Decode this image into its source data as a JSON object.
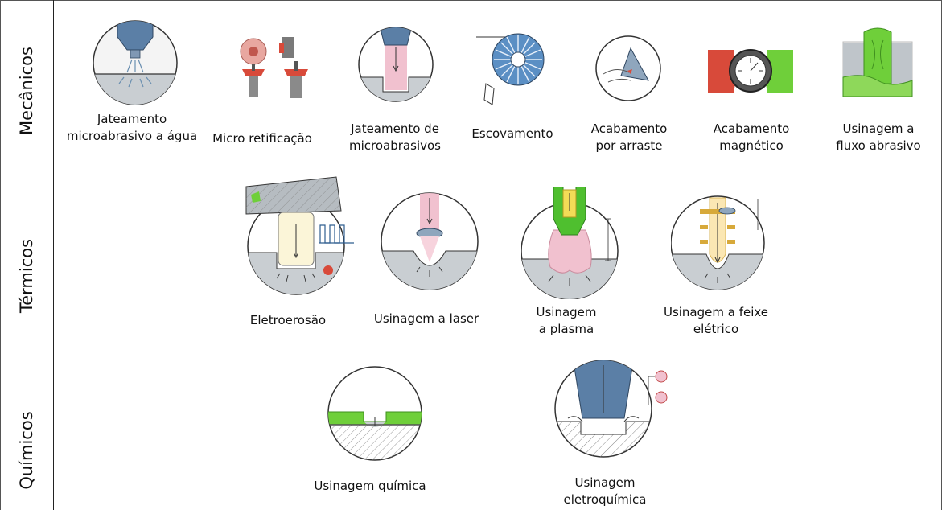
{
  "categories": {
    "mecanicos": "Mecânicos",
    "termicos": "Térmicos",
    "quimicos": "Químicos"
  },
  "processes": {
    "jateamento_agua": [
      "Jateamento",
      "microabrasivo a água"
    ],
    "micro_retificacao": [
      "Micro retificação"
    ],
    "jateamento_micro": [
      "Jateamento de",
      "microabrasivos"
    ],
    "escovamento": [
      "Escovamento"
    ],
    "acabamento_arraste": [
      "Acabamento",
      "por arraste"
    ],
    "acabamento_magnetico": [
      "Acabamento",
      "magnético"
    ],
    "fluxo_abrasivo": [
      "Usinagem a",
      "fluxo abrasivo"
    ],
    "eletroerosao": [
      "Eletroerosão"
    ],
    "laser": [
      "Usinagem a laser"
    ],
    "plasma": [
      "Usinagem",
      "a plasma"
    ],
    "feixe_eletrico": [
      "Usinagem a feixe",
      "elétrico"
    ],
    "quimica": [
      "Usinagem química"
    ],
    "eletroquimica": [
      "Usinagem",
      "eletroquímica"
    ]
  },
  "colors": {
    "workpiece": "#c9ced2",
    "tool_blue": "#5b7fa6",
    "green": "#6fcf3a",
    "red": "#d84a3a",
    "pink": "#f1c1cf",
    "yellow": "#f3dc57"
  }
}
